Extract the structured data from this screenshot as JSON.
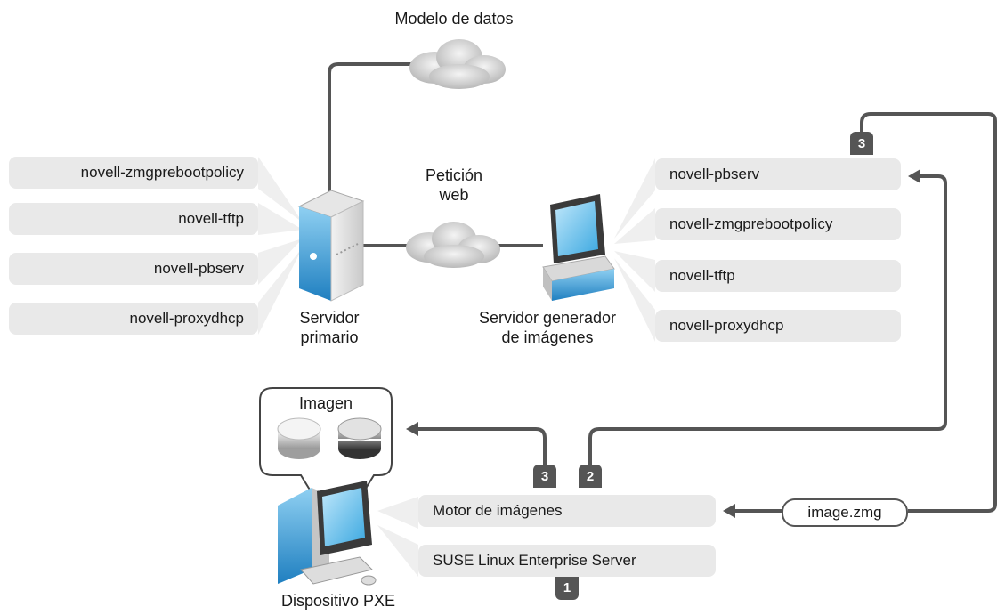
{
  "labels": {
    "data_model": "Modelo de datos",
    "web_request_line1": "Petición",
    "web_request_line2": "web",
    "primary_server_line1": "Servidor",
    "primary_server_line2": "primario",
    "imaging_server_line1": "Servidor generador",
    "imaging_server_line2": "de imágenes",
    "image": "Imagen",
    "pxe_device": "Dispositivo PXE",
    "image_file": "image.zmg"
  },
  "primary_server_services": [
    "novell-zmgprebootpolicy",
    "novell-tftp",
    "novell-pbserv",
    "novell-proxydhcp"
  ],
  "imaging_server_services": [
    "novell-pbserv",
    "novell-zmgprebootpolicy",
    "novell-tftp",
    "novell-proxydhcp"
  ],
  "pxe_stack": {
    "imaging_engine": "Motor de imágenes",
    "os": "SUSE Linux Enterprise Server"
  },
  "badges": {
    "step_top_right": "3",
    "step_left": "3",
    "step_right": "2",
    "step_bottom": "1"
  },
  "colors": {
    "line": "#555555",
    "box_fill": "#e9e9e9",
    "badge_fill": "#555555",
    "accent_blue": "#2a9ad6"
  }
}
